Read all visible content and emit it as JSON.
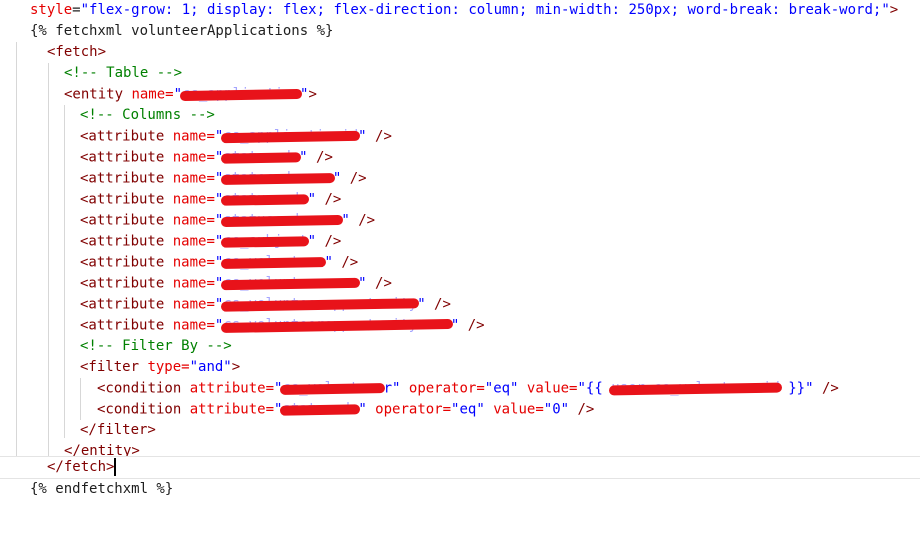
{
  "lines": {
    "l1": {
      "attr": "style",
      "eq": "=",
      "value": "\"flex-grow: 1; display: flex; flex-direction: column; min-width: 250px; word-break: break-word;\"",
      "close": ">"
    },
    "l2": {
      "text": "{% fetchxml volunteerApplications %}"
    },
    "l3": {
      "text": "<fetch>"
    },
    "l4": {
      "text": "<!-- Table -->"
    },
    "l5": {
      "open": "<entity",
      "attr": " name=",
      "q1": "\"",
      "hidden": "cs_application",
      "q2": "\"",
      "close": ">"
    },
    "l6": {
      "text": "<!-- Columns -->"
    },
    "l7": {
      "open": "<attribute",
      "attr": " name=",
      "q1": "\"",
      "hidden": "cs_applicationid",
      "q2": "\"",
      "close": " />"
    },
    "l8": {
      "open": "<attribute",
      "attr": " name=",
      "q1": "\"",
      "hidden": "statecode",
      "q2": "\"",
      "close": " />"
    },
    "l9": {
      "open": "<attribute",
      "attr": " name=",
      "q1": "\"",
      "hidden": "statecodename",
      "q2": "\"",
      "close": " />"
    },
    "l10": {
      "open": "<attribute",
      "attr": " name=",
      "q1": "\"",
      "hidden": "statuscode",
      "q2": "\"",
      "close": " />"
    },
    "l11": {
      "open": "<attribute",
      "attr": " name=",
      "q1": "\"",
      "hidden": "statuscodename",
      "q2": "\"",
      "close": " />"
    },
    "l12": {
      "open": "<attribute",
      "attr": " name=",
      "q1": "\"",
      "hidden": "cs_subject",
      "q2": "\"",
      "close": " />"
    },
    "l13": {
      "open": "<attribute",
      "attr": " name=",
      "q1": "\"",
      "hidden": "cs_volunteer",
      "q2": "\"",
      "close": " />"
    },
    "l14": {
      "open": "<attribute",
      "attr": " name=",
      "q1": "\"",
      "hidden": "cs_volunteername",
      "q2": "\"",
      "close": " />"
    },
    "l15": {
      "open": "<attribute",
      "attr": " name=",
      "q1": "\"",
      "hidden": "cs_volunteeropportunity",
      "q2": "\"",
      "close": " />"
    },
    "l16": {
      "open": "<attribute",
      "attr": " name=",
      "q1": "\"",
      "hidden": "cs_volunteeropportunityname",
      "q2": "\"",
      "close": " />"
    },
    "l17": {
      "text": "<!-- Filter By -->"
    },
    "l18": {
      "open": "<filter",
      "attr": " type=",
      "value": "\"and\"",
      "close": ">"
    },
    "l19": {
      "open": "<condition",
      "attr": " attribute=",
      "q1": "\"",
      "hidden": "cs_volunteer",
      "q2": "r\"",
      "attr2": " operator=",
      "value2": "\"eq\"",
      "attr3": " value=",
      "q3": "\"{{ ",
      "hidden2": "user.cs_volunteer.id",
      "q4": " }}\"",
      "close": " />"
    },
    "l20": {
      "open": "<condition",
      "attr": " attribute=",
      "q1": "\"",
      "hidden": "statecode",
      "q2": "\"",
      "attr2": " operator=",
      "value2": "\"eq\"",
      "attr3": " value=",
      "value3": "\"0\"",
      "close": " />"
    },
    "l21": {
      "text": "</filter>"
    },
    "l22": {
      "text": "</entity>"
    },
    "l23": {
      "text": "</fetch>"
    },
    "l24": {
      "text": "{% endfetchxml %}"
    }
  }
}
